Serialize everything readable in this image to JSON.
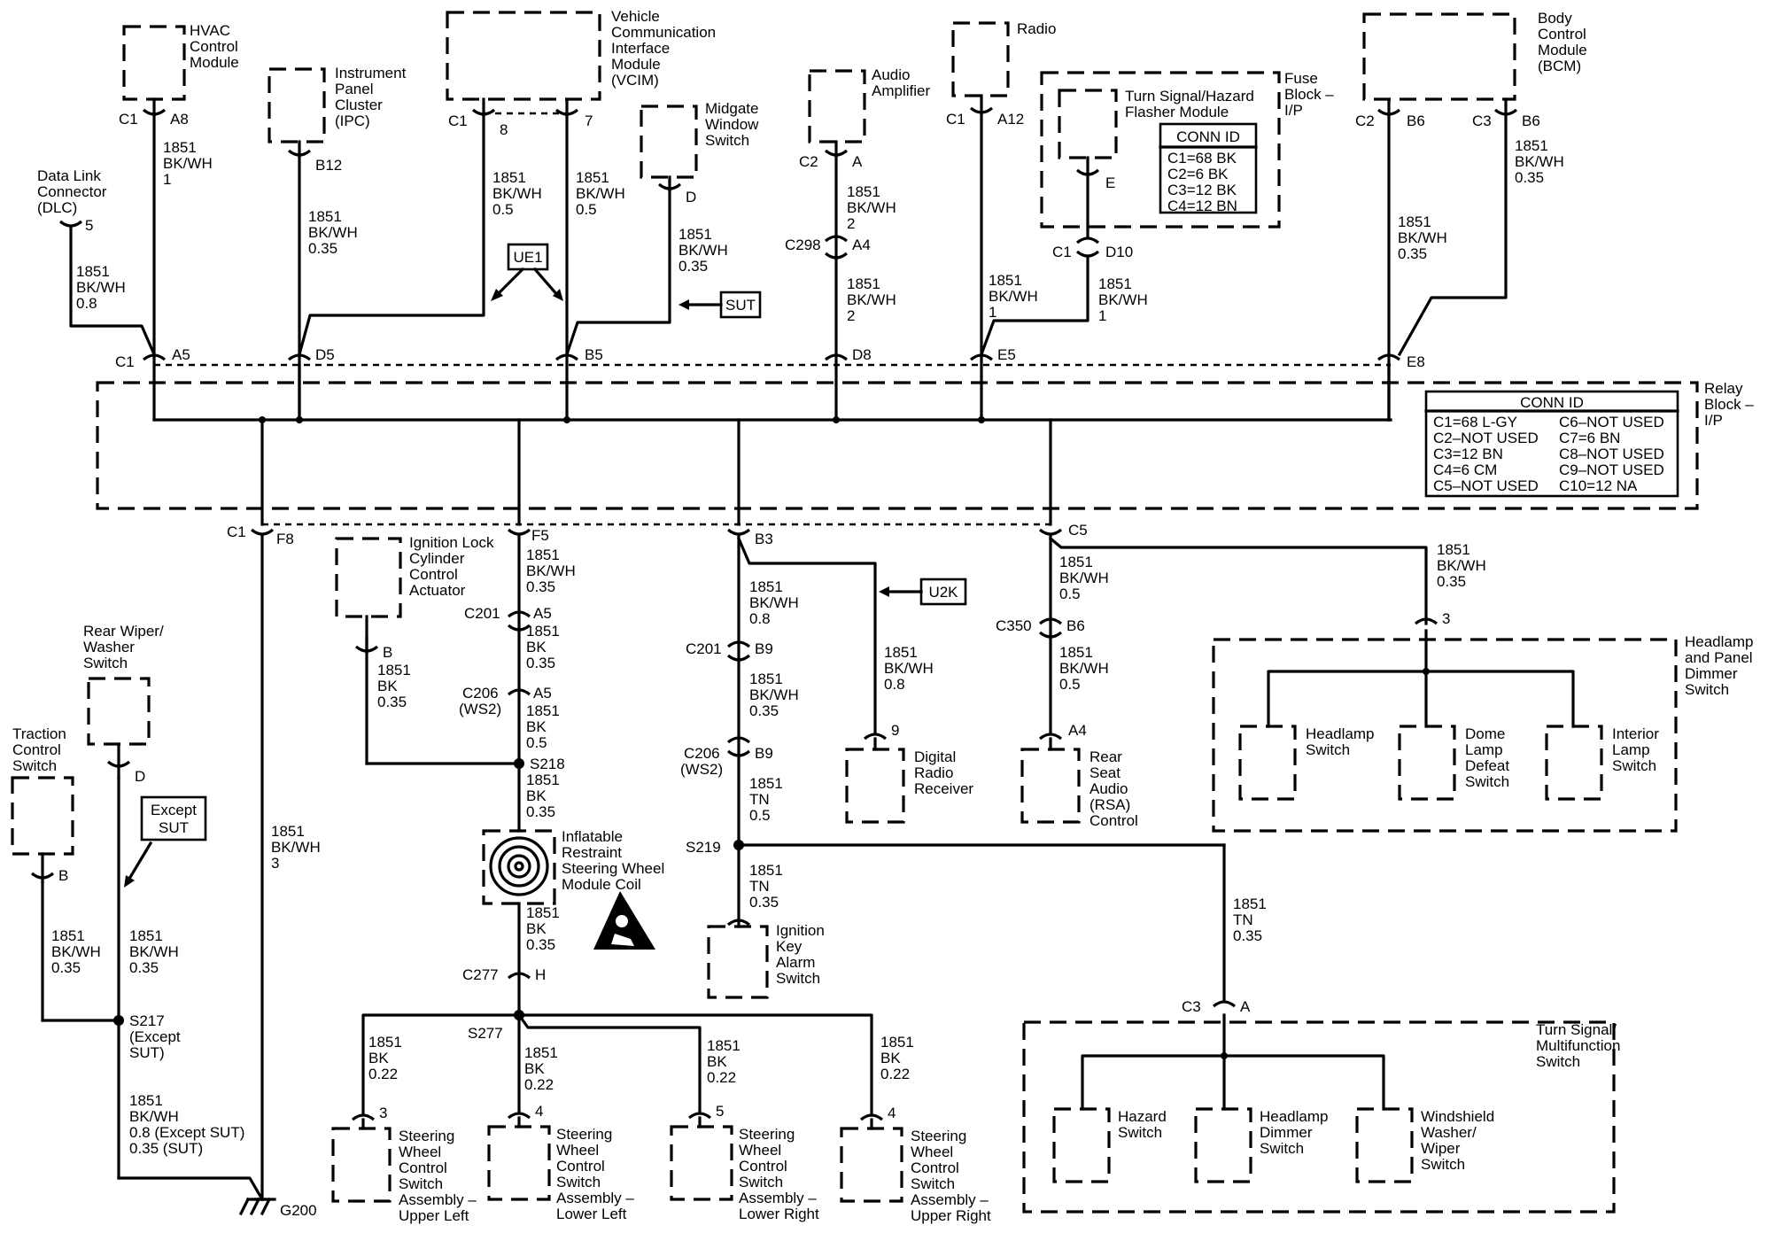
{
  "labels": {
    "hvac": [
      "HVAC",
      "Control",
      "Module"
    ],
    "ipc": [
      "Instrument",
      "Panel",
      "Cluster",
      "(IPC)"
    ],
    "vcim": [
      "Vehicle",
      "Communication",
      "Interface",
      "Module",
      "(VCIM)"
    ],
    "midgate": [
      "Midgate",
      "Window",
      "Switch"
    ],
    "amp": [
      "Audio",
      "Amplifier"
    ],
    "radio": [
      "Radio"
    ],
    "flasher": [
      "Turn Signal/Hazard",
      "Flasher Module"
    ],
    "fuse": [
      "Fuse",
      "Block –",
      "I/P"
    ],
    "bcm": [
      "Body",
      "Control",
      "Module",
      "(BCM)"
    ],
    "dlc": [
      "Data Link",
      "Connector",
      "(DLC)"
    ],
    "relay": [
      "Relay",
      "Block –",
      "I/P"
    ],
    "ignlock": [
      "Ignition Lock",
      "Cylinder",
      "Control",
      "Actuator"
    ],
    "drr": [
      "Digital",
      "Radio",
      "Receiver"
    ],
    "rsa": [
      "Rear",
      "Seat",
      "Audio",
      "(RSA)",
      "Control"
    ],
    "hpd": [
      "Headlamp",
      "and Panel",
      "Dimmer",
      "Switch"
    ],
    "hlsw": [
      "Headlamp",
      "Switch"
    ],
    "dome": [
      "Dome",
      "Lamp",
      "Defeat",
      "Switch"
    ],
    "interior": [
      "Interior",
      "Lamp",
      "Switch"
    ],
    "rearwiper": [
      "Rear Wiper/",
      "Washer",
      "Switch"
    ],
    "traction": [
      "Traction",
      "Control",
      "Switch"
    ],
    "coil": [
      "Inflatable",
      "Restraint",
      "Steering Wheel",
      "Module Coil"
    ],
    "ikas": [
      "Ignition",
      "Key",
      "Alarm",
      "Switch"
    ],
    "tsmf": [
      "Turn Signal/",
      "Multifunction",
      "Switch"
    ],
    "hazard": [
      "Hazard",
      "Switch"
    ],
    "hldim": [
      "Headlamp",
      "Dimmer",
      "Switch"
    ],
    "wiper": [
      "Windshield",
      "Washer/",
      "Wiper",
      "Switch"
    ],
    "swc_ul": [
      "Steering",
      "Wheel",
      "Control",
      "Switch",
      "Assembly –",
      "Upper Left"
    ],
    "swc_ll": [
      "Steering",
      "Wheel",
      "Control",
      "Switch",
      "Assembly –",
      "Lower Left"
    ],
    "swc_lr": [
      "Steering",
      "Wheel",
      "Control",
      "Switch",
      "Assembly –",
      "Lower Right"
    ],
    "swc_ur": [
      "Steering",
      "Wheel",
      "Control",
      "Switch",
      "Assembly –",
      "Upper Right"
    ]
  },
  "tags": {
    "ue1": "UE1",
    "sut": "SUT",
    "u2k": "U2K",
    "except": [
      "Except",
      "SUT"
    ]
  },
  "fuse_conn_id": {
    "title": "CONN ID",
    "rows": [
      "C1=68 BK",
      "C2=6 BK",
      "C3=12 BK",
      "C4=12 BN"
    ]
  },
  "relay_conn_id": {
    "title": "CONN ID",
    "left": [
      "C1=68 L-GY",
      "C2–NOT USED",
      "C3=12 BN",
      "C4=6 CM",
      "C5–NOT USED"
    ],
    "right": [
      "C6–NOT USED",
      "C7=6 BN",
      "C8–NOT USED",
      "C9–NOT USED",
      "C10=12 NA"
    ]
  },
  "pins": {
    "hvac_c": "C1",
    "hvac_p": "A8",
    "ipc_p": "B12",
    "vcim_c": "C1",
    "vcim_p8": "8",
    "vcim_p7": "7",
    "mid_p": "D",
    "amp_c": "C2",
    "amp_p": "A",
    "c298": "C298",
    "c298_p": "A4",
    "radio_c": "C1",
    "radio_p": "A12",
    "flasher_p": "E",
    "fuse_c": "C1",
    "fuse_p": "D10",
    "bcm_c2": "C2",
    "bcm_p2": "B6",
    "bcm_c3": "C3",
    "bcm_p3": "B6",
    "dlc_p": "5",
    "rb_c1": "C1",
    "rb_a5": "A5",
    "rb_d5": "D5",
    "rb_b5": "B5",
    "rb_d8": "D8",
    "rb_e5": "E5",
    "rb_e8": "E8",
    "rb_bc1": "C1",
    "rb_f8": "F8",
    "rb_f5": "F5",
    "rb_b3": "B3",
    "rb_c5": "C5",
    "ign_p": "B",
    "c201a": "C201",
    "c201a_p": "A5",
    "c206a": "C206",
    "ws2a": "(WS2)",
    "c206a_p": "A5",
    "s218": "S218",
    "c201b": "C201",
    "c201b_p": "B9",
    "c206b": "C206",
    "ws2b": "(WS2)",
    "c206b_p": "B9",
    "s219": "S219",
    "drr_p": "9",
    "c350": "C350",
    "c350_p": "B6",
    "rsa_p": "A4",
    "hpd_p": "3",
    "rw_p": "D",
    "tc_p": "B",
    "s217": "S217",
    "s217_x": [
      "(Except",
      "SUT)"
    ],
    "c277": "C277",
    "c277_p": "H",
    "s277": "S277",
    "swc1": "3",
    "swc2": "4",
    "swc3": "5",
    "swc4": "4",
    "c3": "C3",
    "c3_p": "A",
    "g200": "G200"
  },
  "wires": {
    "hvac": [
      "1851",
      "BK/WH",
      "1"
    ],
    "ipc": [
      "1851",
      "BK/WH",
      "0.35"
    ],
    "vcim8": [
      "1851",
      "BK/WH",
      "0.5"
    ],
    "vcim7": [
      "1851",
      "BK/WH",
      "0.5"
    ],
    "mid": [
      "1851",
      "BK/WH",
      "0.35"
    ],
    "amp1": [
      "1851",
      "BK/WH",
      "2"
    ],
    "amp2": [
      "1851",
      "BK/WH",
      "2"
    ],
    "radio": [
      "1851",
      "BK/WH",
      "1"
    ],
    "fuse": [
      "1851",
      "BK/WH",
      "1"
    ],
    "bcm2": [
      "1851",
      "BK/WH",
      "0.35"
    ],
    "bcm3": [
      "1851",
      "BK/WH",
      "0.35"
    ],
    "dlc": [
      "1851",
      "BK/WH",
      "0.8"
    ],
    "f5": [
      "1851",
      "BK/WH",
      "0.35"
    ],
    "a5": [
      "1851",
      "BK",
      "0.35"
    ],
    "a5b": [
      "1851",
      "BK",
      "0.5"
    ],
    "ign": [
      "1851",
      "BK",
      "0.35"
    ],
    "s218": [
      "1851",
      "BK",
      "0.35"
    ],
    "coil": [
      "1851",
      "BK",
      "0.35"
    ],
    "b3": [
      "1851",
      "BK/WH",
      "0.8"
    ],
    "b9": [
      "1851",
      "BK/WH",
      "0.35"
    ],
    "b9b": [
      "1851",
      "TN",
      "0.5"
    ],
    "drr": [
      "1851",
      "BK/WH",
      "0.8"
    ],
    "s219": [
      "1851",
      "TN",
      "0.35"
    ],
    "tsmf": [
      "1851",
      "TN",
      "0.35"
    ],
    "c5": [
      "1851",
      "BK/WH",
      "0.5"
    ],
    "c350": [
      "1851",
      "BK/WH",
      "0.5"
    ],
    "hpd": [
      "1851",
      "BK/WH",
      "0.35"
    ],
    "f8": [
      "1851",
      "BK/WH",
      "3"
    ],
    "rw": [
      "1851",
      "BK/WH",
      "0.35"
    ],
    "tc": [
      "1851",
      "BK/WH",
      "0.35"
    ],
    "g200": [
      "1851",
      "BK/WH",
      "0.8 (Except SUT)",
      "0.35 (SUT)"
    ],
    "swc1": [
      "1851",
      "BK",
      "0.22"
    ],
    "swc2": [
      "1851",
      "BK",
      "0.22"
    ],
    "swc3": [
      "1851",
      "BK",
      "0.22"
    ],
    "swc4": [
      "1851",
      "BK",
      "0.22"
    ]
  }
}
